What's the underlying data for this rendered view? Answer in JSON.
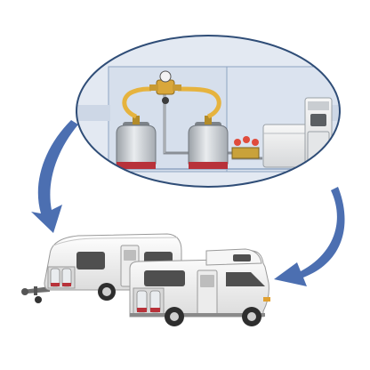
{
  "figure": {
    "type": "illustration",
    "text": "",
    "components": {
      "detail_bubble": [
        "gas-cylinder",
        "gas-cylinder",
        "pressure-regulator",
        "changeover-valve",
        "hose",
        "gas-pipe",
        "shutoff-valve-manifold",
        "water-heater",
        "gas-stove"
      ],
      "vehicles": [
        "caravan",
        "motorhome"
      ],
      "arrows": [
        "left-arrow",
        "right-arrow"
      ]
    },
    "colors": {
      "bubble_fill": "#e3e9f2",
      "bubble_outline": "#2f4d77",
      "arrow": "#4c6fb1",
      "cylinder_base": "#b8323a",
      "brass": "#e6b33e",
      "vehicle_body": "#f1f1f1",
      "window": "#4f4f4f"
    }
  }
}
